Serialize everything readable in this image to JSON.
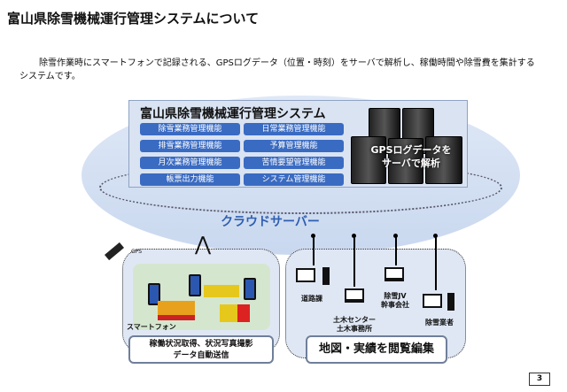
{
  "title": "富山県除雪機械運行管理システムについて",
  "description": "除雪作業時にスマートフォンで記録される、GPSログデータ（位置・時刻）をサーバで解析し、稼働時間や除雪費を集計するシステムです。",
  "system": {
    "title": "富山県除雪機械運行管理システム",
    "functions": [
      "除雪業務管理機能",
      "日常業務管理機能",
      "排雪業務管理機能",
      "予算管理機能",
      "月次業務管理機能",
      "苦情要望管理機能",
      "帳票出力機能",
      "システム管理機能"
    ],
    "server_text_1": "GPSログデータを",
    "server_text_2": "サーバで解析"
  },
  "cloud_label": "クラウドサーバー",
  "field": {
    "gps_label": "GPS",
    "smartphone_label": "スマートフォン",
    "caption_1": "稼働状況取得、状況写真撮影",
    "caption_2": "データ自動送信"
  },
  "office": {
    "devices": [
      {
        "name": "道路課"
      },
      {
        "name": "土木センター",
        "name2": "土木事務所"
      },
      {
        "name": "除雪JV",
        "name2": "幹事会社"
      },
      {
        "name": "除雪業者"
      }
    ],
    "caption": "地図・実績を閲覧編集"
  },
  "page_number": "3"
}
